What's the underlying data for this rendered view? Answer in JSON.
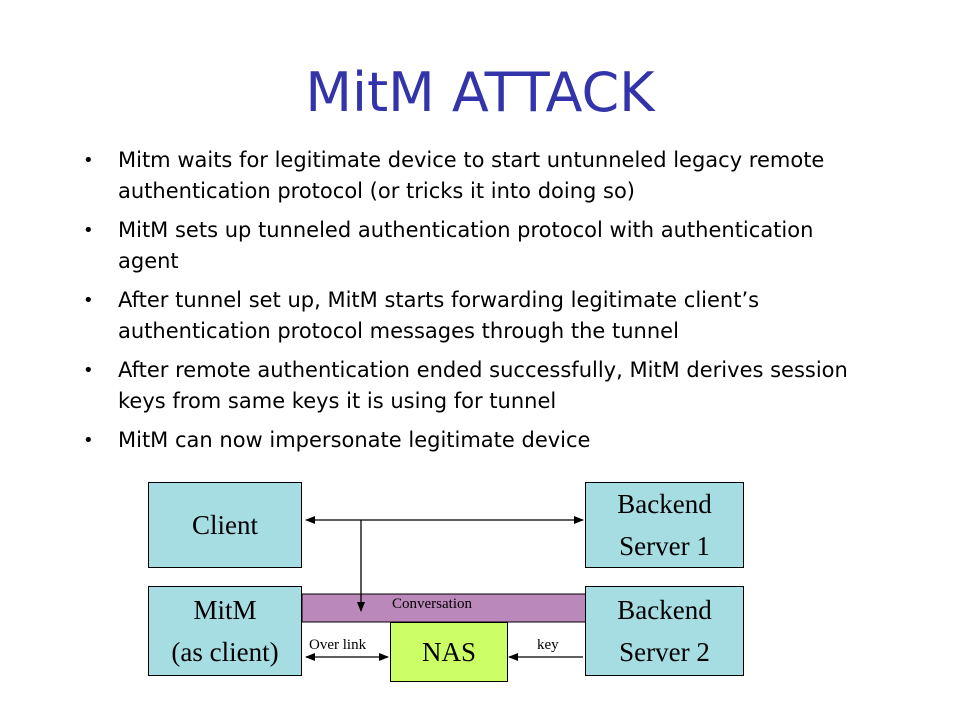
{
  "title": "MitM ATTACK",
  "bullets": [
    "Mitm waits for legitimate device to start untunneled legacy remote authentication protocol (or tricks it into doing so)",
    "MitM sets up tunneled authentication protocol with authentication agent",
    "After tunnel set up, MitM starts forwarding legitimate client’s authentication protocol messages through the tunnel",
    "After remote authentication ended successfully, MitM derives session keys from same keys it is using for tunnel",
    "MitM can now impersonate legitimate device"
  ],
  "diagram": {
    "client": "Client",
    "backend1": "Backend\nServer 1",
    "mitm": "MitM\n(as client)",
    "backend2": "Backend\nServer 2",
    "nas": "NAS",
    "conversation": "Conversation",
    "over_link": "Over link",
    "key": "key"
  },
  "colors": {
    "title": "#3333aa",
    "box_blue": "#a6dde3",
    "nas_green": "#ccff66",
    "tunnel": "#bb88bb"
  }
}
